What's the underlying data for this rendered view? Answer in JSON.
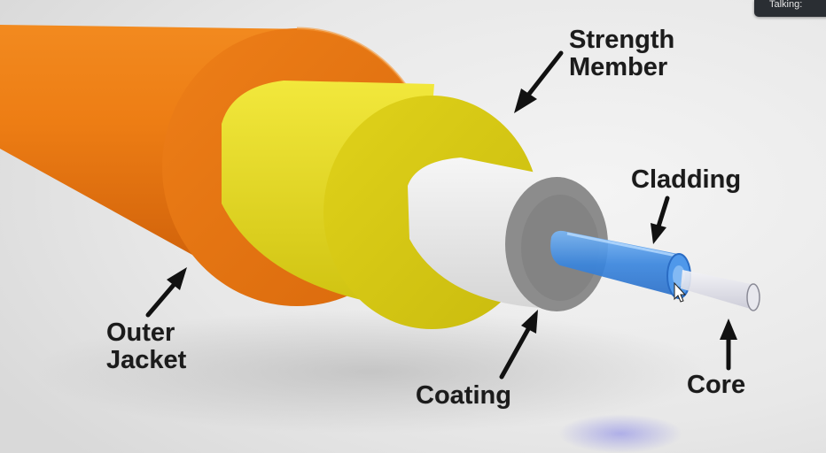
{
  "labels": {
    "strength_member": [
      "Strength",
      "Member"
    ],
    "cladding": "Cladding",
    "outer_jacket": [
      "Outer",
      "Jacket"
    ],
    "coating": "Coating",
    "core": "Core"
  },
  "overlay": {
    "talking": "Talking:"
  },
  "colors": {
    "outer_jacket": "#f07a14",
    "strength_member": "#e6d61e",
    "coating": "#e9e9e9",
    "ferrule": "#8c8c8c",
    "cladding": "#3c8ce0",
    "core": "#dcdce6",
    "background": "#e9e9e9"
  }
}
